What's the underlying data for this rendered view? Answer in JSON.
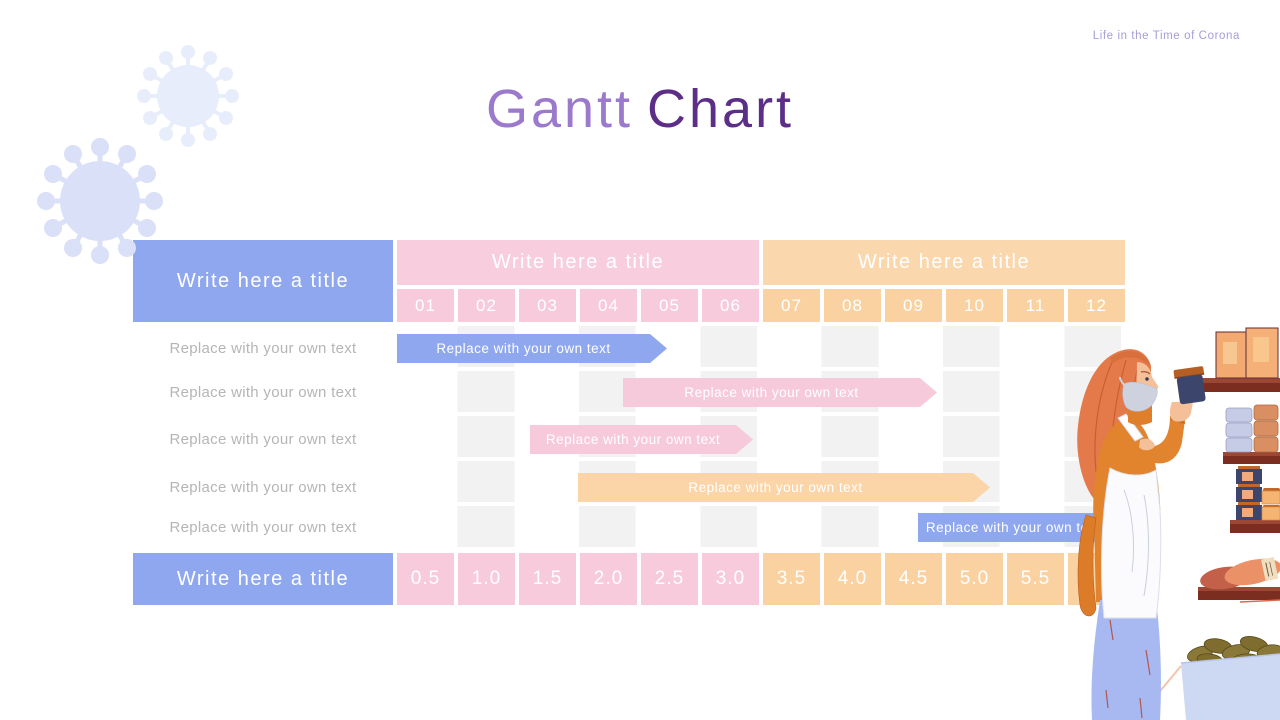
{
  "slide": {
    "corner_text": "Life in the Time of Corona",
    "title": {
      "part1": "Gantt",
      "part2": "Chart"
    }
  },
  "gantt": {
    "left_header": "Write here a title",
    "bottom_header": "Write here a title"
  },
  "chart_data": {
    "type": "table",
    "title": "Gantt Chart",
    "column_groups": [
      {
        "title": "Write here a title",
        "columns": [
          "01",
          "02",
          "03",
          "04",
          "05",
          "06"
        ],
        "color": "#f8cede"
      },
      {
        "title": "Write here a title",
        "columns": [
          "07",
          "08",
          "09",
          "10",
          "11",
          "12"
        ],
        "color": "#fbd7ad"
      }
    ],
    "row_labels": [
      "Replace with your own text",
      "Replace with your own text",
      "Replace with your own text",
      "Replace with your own text",
      "Replace with your own text"
    ],
    "bars": [
      {
        "row": 1,
        "label": "Replace with your own text",
        "color": "#8fa7ee",
        "col_start": 1.0,
        "col_end": 4.2
      },
      {
        "row": 2,
        "label": "Replace with your own text",
        "color": "#f6cada",
        "col_start": 4.7,
        "col_end": 9.6
      },
      {
        "row": 3,
        "label": "Replace with your own text",
        "color": "#f6cada",
        "col_start": 3.2,
        "col_end": 6.6
      },
      {
        "row": 4,
        "label": "Replace with your own text",
        "color": "#fbd5a7",
        "col_start": 4.0,
        "col_end": 10.5
      },
      {
        "row": 5,
        "label": "Replace with your own text",
        "color": "#8fa7ee",
        "col_start": 9.6,
        "col_end": 12.0
      }
    ],
    "duration_scale": [
      "0.5",
      "1.0",
      "1.5",
      "2.0",
      "2.5",
      "3.0",
      "3.5",
      "4.0",
      "4.5",
      "5.0",
      "5.5",
      ""
    ],
    "legend": "none",
    "grid": "alternating-column-shading"
  },
  "colors": {
    "blue": "#8fa7ee",
    "pink_header": "#f8cede",
    "pink_cell": "#f7cbdb",
    "orange_header": "#fbd7ad",
    "orange_cell": "#fad2a2",
    "grid_gray": "#f2f2f2",
    "title_light_purple": "#9b79cb",
    "title_dark_purple": "#5c2e88",
    "corner_text_purple": "#a69cd8",
    "label_gray": "#b5b5b5",
    "virus_lavender": "#d9e0f7"
  }
}
